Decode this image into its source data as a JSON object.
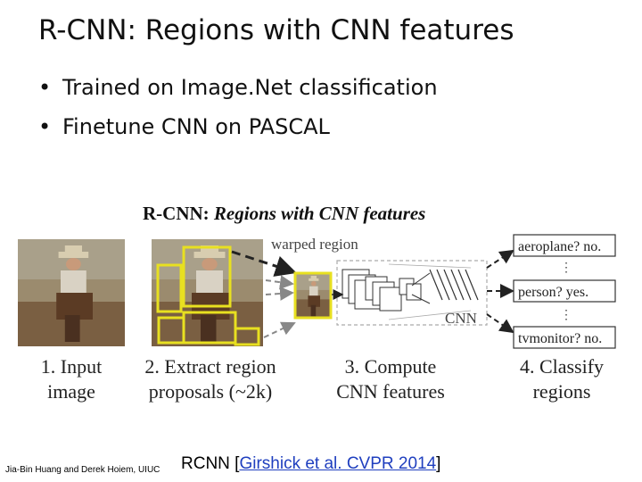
{
  "slide": {
    "title": "R-CNN: Regions with CNN features",
    "bullets": [
      "Trained on Image.Net classification",
      "Finetune CNN on PASCAL"
    ]
  },
  "figure": {
    "heading_plain": "R-CNN: ",
    "heading_italic": "Regions with CNN features",
    "warped_label": "warped region",
    "cnn_label": "CNN",
    "outputs": [
      "aeroplane? no.",
      "person? yes.",
      "tvmonitor? no."
    ],
    "steps": [
      {
        "line1": "1. Input",
        "line2": "image"
      },
      {
        "line1": "2. Extract region",
        "line2": "proposals (~2k)"
      },
      {
        "line1": "3. Compute",
        "line2": "CNN features"
      },
      {
        "line1": "4. Classify",
        "line2": "regions"
      }
    ]
  },
  "footer": {
    "authors": "Jia-Bin Huang and Derek Hoiem, UIUC",
    "prefix": "RCNN [",
    "citation": "Girshick et al. CVPR 2014",
    "suffix": "]"
  },
  "colors": {
    "proposal_box": "#e8e020",
    "cowboy_image": "#8a6d4e",
    "text": "#111111",
    "link": "#1f3fbf"
  }
}
